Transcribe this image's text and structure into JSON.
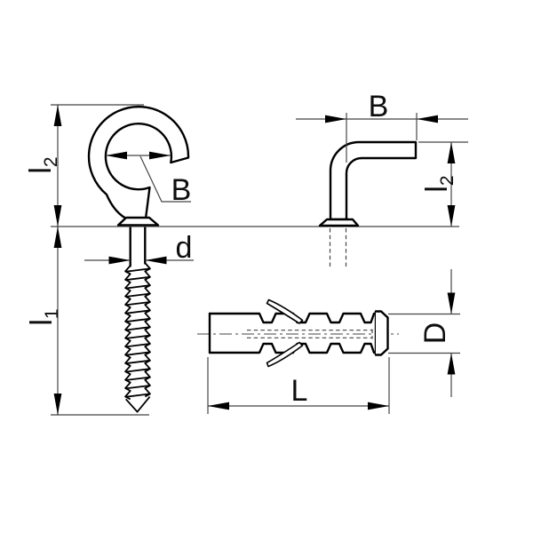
{
  "views": {
    "ceiling_hook": {
      "dims": {
        "hook_height": {
          "base": "l",
          "sub": "2"
        },
        "inner_diameter": "B",
        "screw_length": {
          "base": "l",
          "sub": "1"
        },
        "screw_diameter": "d"
      }
    },
    "angle_hook": {
      "dims": {
        "arm_width": "B",
        "arm_height": {
          "base": "l",
          "sub": "2"
        }
      }
    },
    "wall_plug": {
      "dims": {
        "diameter": "D",
        "length": "L"
      }
    }
  },
  "colors": {
    "object_line": "#000000",
    "dimension_line": "#454545",
    "background": "#ffffff"
  }
}
